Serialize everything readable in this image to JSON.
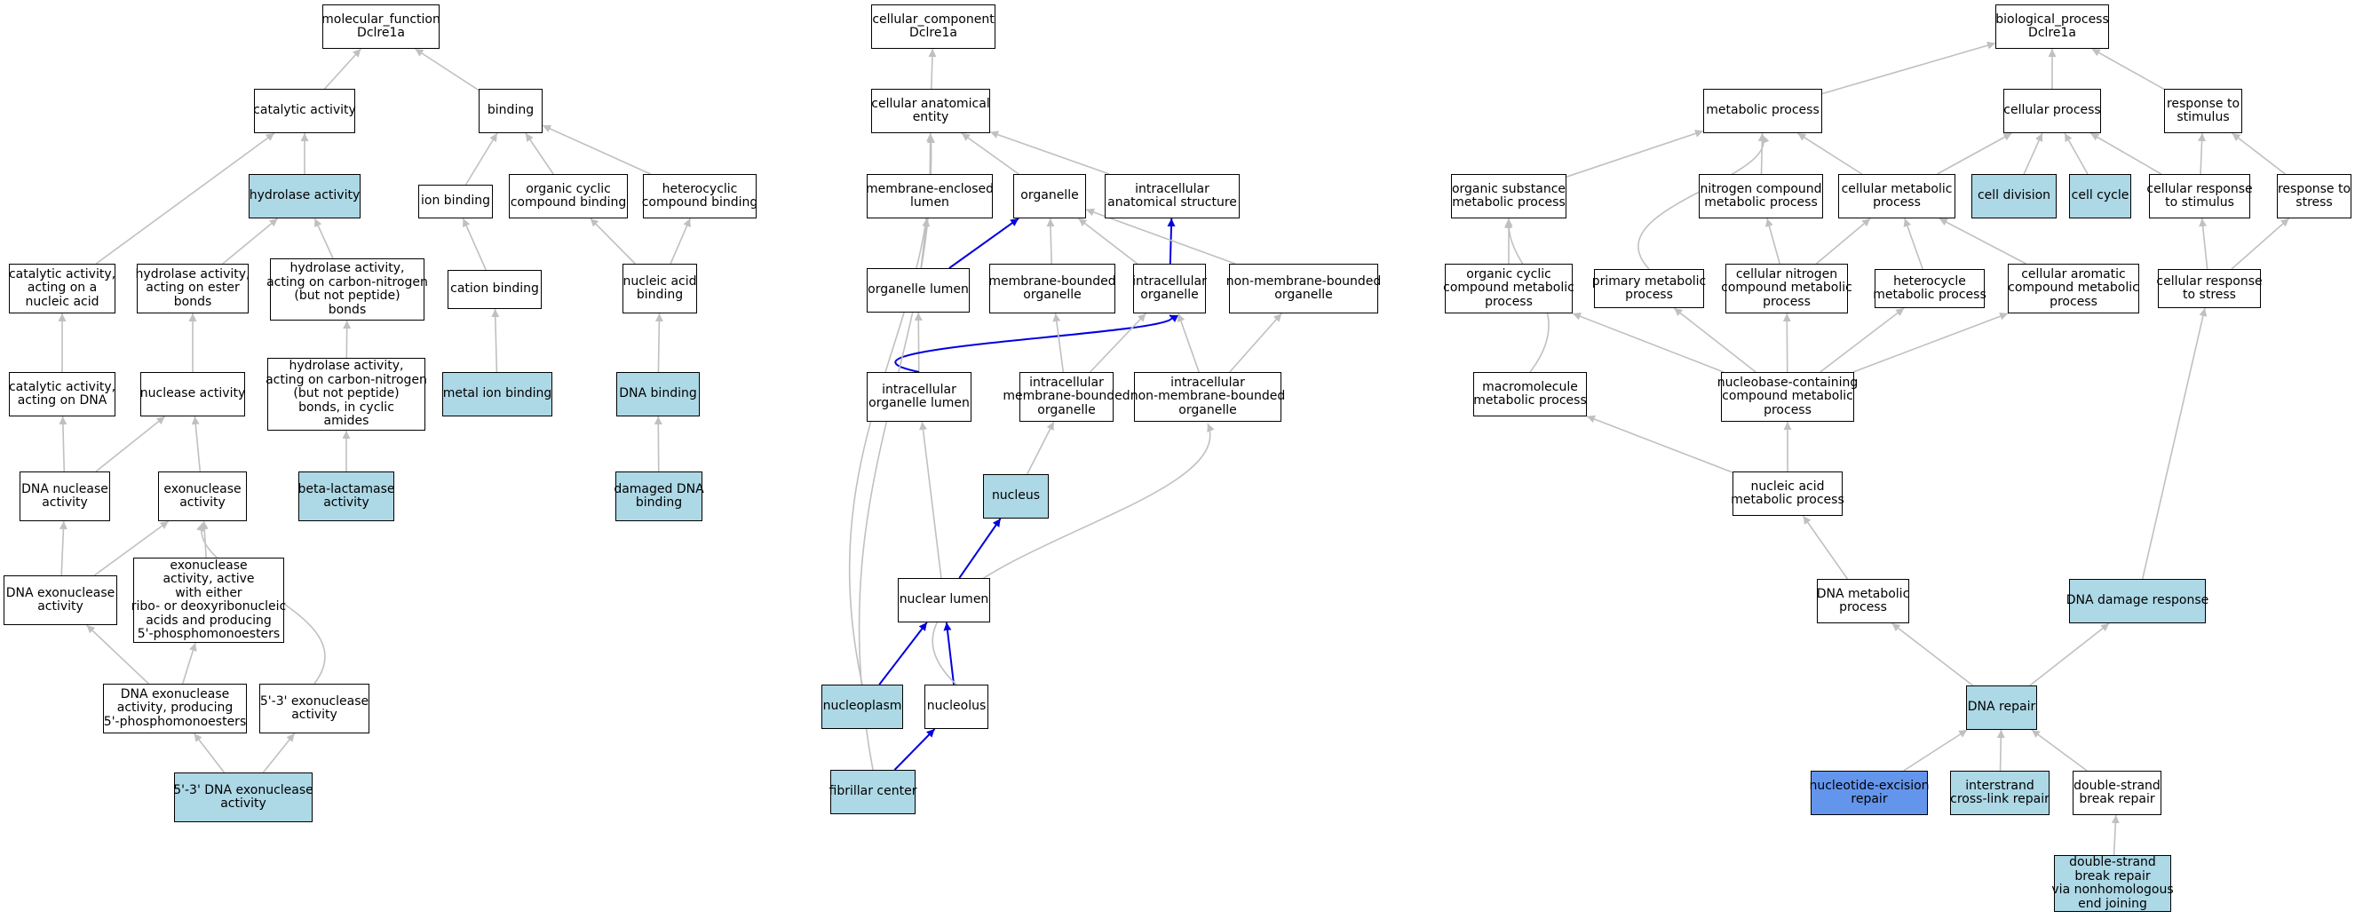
{
  "nodes": [
    {
      "id": "mf_root",
      "lines": [
        "molecular_function",
        "Dclre1a"
      ],
      "fill": "none"
    },
    {
      "id": "catalytic",
      "lines": [
        "catalytic activity"
      ],
      "fill": "none"
    },
    {
      "id": "binding",
      "lines": [
        "binding"
      ],
      "fill": "none"
    },
    {
      "id": "hydrolase",
      "lines": [
        "hydrolase activity"
      ],
      "fill": "light"
    },
    {
      "id": "ion_binding",
      "lines": [
        "ion binding"
      ],
      "fill": "none"
    },
    {
      "id": "org_cyc_bind",
      "lines": [
        "organic cyclic",
        "compound binding"
      ],
      "fill": "none"
    },
    {
      "id": "het_bind",
      "lines": [
        "heterocyclic",
        "compound binding"
      ],
      "fill": "none"
    },
    {
      "id": "cat_na",
      "lines": [
        "catalytic activity,",
        "acting on a",
        "nucleic acid"
      ],
      "fill": "none"
    },
    {
      "id": "hyd_ester",
      "lines": [
        "hydrolase activity,",
        "acting on ester",
        "bonds"
      ],
      "fill": "none"
    },
    {
      "id": "hyd_cn",
      "lines": [
        "hydrolase activity,",
        "acting on carbon-nitrogen",
        "(but not peptide)",
        "bonds"
      ],
      "fill": "none"
    },
    {
      "id": "cation_bind",
      "lines": [
        "cation binding"
      ],
      "fill": "none"
    },
    {
      "id": "na_bind",
      "lines": [
        "nucleic acid",
        "binding"
      ],
      "fill": "none"
    },
    {
      "id": "cat_dna",
      "lines": [
        "catalytic activity,",
        "acting on DNA"
      ],
      "fill": "none"
    },
    {
      "id": "nuclease",
      "lines": [
        "nuclease activity"
      ],
      "fill": "none"
    },
    {
      "id": "hyd_cn_cyc",
      "lines": [
        "hydrolase activity,",
        "acting on carbon-nitrogen",
        "(but not peptide)",
        "bonds, in cyclic",
        "amides"
      ],
      "fill": "none"
    },
    {
      "id": "metal_ion",
      "lines": [
        "metal ion binding"
      ],
      "fill": "light"
    },
    {
      "id": "dna_bind",
      "lines": [
        "DNA binding"
      ],
      "fill": "light"
    },
    {
      "id": "dna_nuclease",
      "lines": [
        "DNA nuclease",
        "activity"
      ],
      "fill": "none"
    },
    {
      "id": "exonuclease",
      "lines": [
        "exonuclease",
        "activity"
      ],
      "fill": "none"
    },
    {
      "id": "beta_lac",
      "lines": [
        "beta-lactamase",
        "activity"
      ],
      "fill": "light"
    },
    {
      "id": "damaged_dna",
      "lines": [
        "damaged DNA",
        "binding"
      ],
      "fill": "light"
    },
    {
      "id": "dna_exo",
      "lines": [
        "DNA exonuclease",
        "activity"
      ],
      "fill": "none"
    },
    {
      "id": "exo_ribo",
      "lines": [
        "exonuclease",
        "activity, active",
        "with either",
        "ribo- or deoxyribonucleic",
        "acids and producing",
        "5'-phosphomonoesters"
      ],
      "fill": "none"
    },
    {
      "id": "dna_exo_5p",
      "lines": [
        "DNA exonuclease",
        "activity, producing",
        "5'-phosphomonoesters"
      ],
      "fill": "none"
    },
    {
      "id": "exo_53",
      "lines": [
        "5'-3' exonuclease",
        "activity"
      ],
      "fill": "none"
    },
    {
      "id": "dna_exo_53",
      "lines": [
        "5'-3' DNA exonuclease",
        "activity"
      ],
      "fill": "light"
    },
    {
      "id": "cc_root",
      "lines": [
        "cellular_component",
        "Dclre1a"
      ],
      "fill": "none"
    },
    {
      "id": "cae",
      "lines": [
        "cellular anatomical",
        "entity"
      ],
      "fill": "none"
    },
    {
      "id": "mem_lumen",
      "lines": [
        "membrane-enclosed",
        "lumen"
      ],
      "fill": "none"
    },
    {
      "id": "organelle",
      "lines": [
        "organelle"
      ],
      "fill": "none"
    },
    {
      "id": "ic_anat",
      "lines": [
        "intracellular",
        "anatomical structure"
      ],
      "fill": "none"
    },
    {
      "id": "org_lumen",
      "lines": [
        "organelle lumen"
      ],
      "fill": "none"
    },
    {
      "id": "mb_org",
      "lines": [
        "membrane-bounded",
        "organelle"
      ],
      "fill": "none"
    },
    {
      "id": "ic_org",
      "lines": [
        "intracellular",
        "organelle"
      ],
      "fill": "none"
    },
    {
      "id": "nmb_org",
      "lines": [
        "non-membrane-bounded",
        "organelle"
      ],
      "fill": "none"
    },
    {
      "id": "ic_org_lumen",
      "lines": [
        "intracellular",
        "organelle lumen"
      ],
      "fill": "none"
    },
    {
      "id": "ic_mb_org",
      "lines": [
        "intracellular",
        "membrane-bounded",
        "organelle"
      ],
      "fill": "none"
    },
    {
      "id": "ic_nmb_org",
      "lines": [
        "intracellular",
        "non-membrane-bounded",
        "organelle"
      ],
      "fill": "none"
    },
    {
      "id": "nucleus",
      "lines": [
        "nucleus"
      ],
      "fill": "light"
    },
    {
      "id": "nuc_lumen",
      "lines": [
        "nuclear lumen"
      ],
      "fill": "none"
    },
    {
      "id": "nucleoplasm",
      "lines": [
        "nucleoplasm"
      ],
      "fill": "light"
    },
    {
      "id": "nucleolus",
      "lines": [
        "nucleolus"
      ],
      "fill": "none"
    },
    {
      "id": "fib_center",
      "lines": [
        "fibrillar center"
      ],
      "fill": "light"
    },
    {
      "id": "bp_root",
      "lines": [
        "biological_process",
        "Dclre1a"
      ],
      "fill": "none"
    },
    {
      "id": "metab",
      "lines": [
        "metabolic process"
      ],
      "fill": "none"
    },
    {
      "id": "cell_proc",
      "lines": [
        "cellular process"
      ],
      "fill": "none"
    },
    {
      "id": "resp_stim",
      "lines": [
        "response to",
        "stimulus"
      ],
      "fill": "none"
    },
    {
      "id": "org_sub",
      "lines": [
        "organic substance",
        "metabolic process"
      ],
      "fill": "none"
    },
    {
      "id": "nitro",
      "lines": [
        "nitrogen compound",
        "metabolic process"
      ],
      "fill": "none"
    },
    {
      "id": "cell_metab",
      "lines": [
        "cellular metabolic",
        "process"
      ],
      "fill": "none"
    },
    {
      "id": "cell_div",
      "lines": [
        "cell division"
      ],
      "fill": "light"
    },
    {
      "id": "cell_cycle",
      "lines": [
        "cell cycle"
      ],
      "fill": "light"
    },
    {
      "id": "cell_resp_stim",
      "lines": [
        "cellular response",
        "to stimulus"
      ],
      "fill": "none"
    },
    {
      "id": "resp_stress",
      "lines": [
        "response to",
        "stress"
      ],
      "fill": "none"
    },
    {
      "id": "org_cyc_met",
      "lines": [
        "organic cyclic",
        "compound metabolic",
        "process"
      ],
      "fill": "none"
    },
    {
      "id": "prim_met",
      "lines": [
        "primary metabolic",
        "process"
      ],
      "fill": "none"
    },
    {
      "id": "cell_nitro",
      "lines": [
        "cellular nitrogen",
        "compound metabolic",
        "process"
      ],
      "fill": "none"
    },
    {
      "id": "heterocycle",
      "lines": [
        "heterocycle",
        "metabolic process"
      ],
      "fill": "none"
    },
    {
      "id": "cell_arom",
      "lines": [
        "cellular aromatic",
        "compound metabolic",
        "process"
      ],
      "fill": "none"
    },
    {
      "id": "cell_resp_stress",
      "lines": [
        "cellular response",
        "to stress"
      ],
      "fill": "none"
    },
    {
      "id": "macro",
      "lines": [
        "macromolecule",
        "metabolic process"
      ],
      "fill": "none"
    },
    {
      "id": "nucbase",
      "lines": [
        "nucleobase-containing",
        "compound metabolic",
        "process"
      ],
      "fill": "none"
    },
    {
      "id": "na_met",
      "lines": [
        "nucleic acid",
        "metabolic process"
      ],
      "fill": "none"
    },
    {
      "id": "dna_met",
      "lines": [
        "DNA metabolic",
        "process"
      ],
      "fill": "none"
    },
    {
      "id": "dna_dmg",
      "lines": [
        "DNA damage response"
      ],
      "fill": "light"
    },
    {
      "id": "dna_repair",
      "lines": [
        "DNA repair"
      ],
      "fill": "light"
    },
    {
      "id": "ner",
      "lines": [
        "nucleotide-excision",
        "repair"
      ],
      "fill": "focus"
    },
    {
      "id": "icl",
      "lines": [
        "interstrand",
        "cross-link repair"
      ],
      "fill": "light"
    },
    {
      "id": "dsb",
      "lines": [
        "double-strand",
        "break repair"
      ],
      "fill": "none"
    },
    {
      "id": "nhej",
      "lines": [
        "double-strand",
        "break repair",
        "via nonhomologous",
        "end joining"
      ],
      "fill": "light"
    }
  ],
  "edges": [
    {
      "from": "catalytic",
      "to": "mf_root",
      "color": "gray"
    },
    {
      "from": "binding",
      "to": "mf_root",
      "color": "gray"
    },
    {
      "from": "hydrolase",
      "to": "catalytic",
      "color": "gray"
    },
    {
      "from": "cat_na",
      "to": "catalytic",
      "color": "gray"
    },
    {
      "from": "ion_binding",
      "to": "binding",
      "color": "gray"
    },
    {
      "from": "org_cyc_bind",
      "to": "binding",
      "color": "gray"
    },
    {
      "from": "het_bind",
      "to": "binding",
      "color": "gray"
    },
    {
      "from": "hyd_ester",
      "to": "hydrolase",
      "color": "gray"
    },
    {
      "from": "hyd_cn",
      "to": "hydrolase",
      "color": "gray"
    },
    {
      "from": "cation_bind",
      "to": "ion_binding",
      "color": "gray"
    },
    {
      "from": "na_bind",
      "to": "org_cyc_bind",
      "color": "gray"
    },
    {
      "from": "na_bind",
      "to": "het_bind",
      "color": "gray"
    },
    {
      "from": "cat_dna",
      "to": "cat_na",
      "color": "gray"
    },
    {
      "from": "nuclease",
      "to": "hyd_ester",
      "color": "gray"
    },
    {
      "from": "hyd_cn_cyc",
      "to": "hyd_cn",
      "color": "gray"
    },
    {
      "from": "metal_ion",
      "to": "cation_bind",
      "color": "gray"
    },
    {
      "from": "dna_bind",
      "to": "na_bind",
      "color": "gray"
    },
    {
      "from": "dna_nuclease",
      "to": "cat_dna",
      "color": "gray"
    },
    {
      "from": "dna_nuclease",
      "to": "nuclease",
      "color": "gray"
    },
    {
      "from": "exonuclease",
      "to": "nuclease",
      "color": "gray"
    },
    {
      "from": "beta_lac",
      "to": "hyd_cn_cyc",
      "color": "gray"
    },
    {
      "from": "damaged_dna",
      "to": "dna_bind",
      "color": "gray"
    },
    {
      "from": "dna_exo",
      "to": "dna_nuclease",
      "color": "gray"
    },
    {
      "from": "dna_exo",
      "to": "exonuclease",
      "color": "gray"
    },
    {
      "from": "exo_ribo",
      "to": "exonuclease",
      "color": "gray"
    },
    {
      "from": "dna_exo_5p",
      "to": "dna_exo",
      "color": "gray"
    },
    {
      "from": "dna_exo_5p",
      "to": "exo_ribo",
      "color": "gray"
    },
    {
      "from": "exo_53",
      "to": "exonuclease",
      "color": "gray",
      "curve": true
    },
    {
      "from": "dna_exo_53",
      "to": "dna_exo_5p",
      "color": "gray"
    },
    {
      "from": "dna_exo_53",
      "to": "exo_53",
      "color": "gray"
    },
    {
      "from": "cae",
      "to": "cc_root",
      "color": "gray"
    },
    {
      "from": "mem_lumen",
      "to": "cae",
      "color": "gray"
    },
    {
      "from": "organelle",
      "to": "cae",
      "color": "gray"
    },
    {
      "from": "ic_anat",
      "to": "cae",
      "color": "gray"
    },
    {
      "from": "org_lumen",
      "to": "mem_lumen",
      "color": "gray"
    },
    {
      "from": "org_lumen",
      "to": "organelle",
      "color": "blue"
    },
    {
      "from": "mb_org",
      "to": "organelle",
      "color": "gray"
    },
    {
      "from": "ic_org",
      "to": "organelle",
      "color": "gray"
    },
    {
      "from": "ic_org",
      "to": "ic_anat",
      "color": "blue"
    },
    {
      "from": "nmb_org",
      "to": "organelle",
      "color": "gray"
    },
    {
      "from": "ic_org_lumen",
      "to": "org_lumen",
      "color": "gray"
    },
    {
      "from": "ic_org_lumen",
      "to": "ic_org",
      "color": "blue",
      "curve": true
    },
    {
      "from": "ic_mb_org",
      "to": "mb_org",
      "color": "gray"
    },
    {
      "from": "ic_mb_org",
      "to": "ic_org",
      "color": "gray"
    },
    {
      "from": "ic_nmb_org",
      "to": "ic_org",
      "color": "gray"
    },
    {
      "from": "ic_nmb_org",
      "to": "nmb_org",
      "color": "gray"
    },
    {
      "from": "nucleus",
      "to": "ic_mb_org",
      "color": "gray"
    },
    {
      "from": "nuc_lumen",
      "to": "ic_org_lumen",
      "color": "gray"
    },
    {
      "from": "nuc_lumen",
      "to": "nucleus",
      "color": "blue"
    },
    {
      "from": "nucleoplasm",
      "to": "nuc_lumen",
      "color": "blue"
    },
    {
      "from": "nucleoplasm",
      "to": "cae",
      "color": "gray",
      "curve": true
    },
    {
      "from": "nucleolus",
      "to": "nuc_lumen",
      "color": "blue"
    },
    {
      "from": "nucleolus",
      "to": "ic_nmb_org",
      "color": "gray",
      "curve": true
    },
    {
      "from": "fib_center",
      "to": "nucleolus",
      "color": "blue"
    },
    {
      "from": "fib_center",
      "to": "cae",
      "color": "gray",
      "curve": true
    },
    {
      "from": "metab",
      "to": "bp_root",
      "color": "gray"
    },
    {
      "from": "cell_proc",
      "to": "bp_root",
      "color": "gray"
    },
    {
      "from": "resp_stim",
      "to": "bp_root",
      "color": "gray"
    },
    {
      "from": "org_sub",
      "to": "metab",
      "color": "gray"
    },
    {
      "from": "nitro",
      "to": "metab",
      "color": "gray"
    },
    {
      "from": "prim_met",
      "to": "metab",
      "color": "gray",
      "curve": true
    },
    {
      "from": "cell_metab",
      "to": "metab",
      "color": "gray"
    },
    {
      "from": "cell_metab",
      "to": "cell_proc",
      "color": "gray"
    },
    {
      "from": "cell_div",
      "to": "cell_proc",
      "color": "gray"
    },
    {
      "from": "cell_cycle",
      "to": "cell_proc",
      "color": "gray"
    },
    {
      "from": "cell_resp_stim",
      "to": "cell_proc",
      "color": "gray"
    },
    {
      "from": "cell_resp_stim",
      "to": "resp_stim",
      "color": "gray"
    },
    {
      "from": "resp_stress",
      "to": "resp_stim",
      "color": "gray"
    },
    {
      "from": "org_cyc_met",
      "to": "org_sub",
      "color": "gray"
    },
    {
      "from": "macro",
      "to": "org_sub",
      "color": "gray",
      "curve": true
    },
    {
      "from": "cell_nitro",
      "to": "nitro",
      "color": "gray"
    },
    {
      "from": "cell_nitro",
      "to": "cell_metab",
      "color": "gray"
    },
    {
      "from": "heterocycle",
      "to": "cell_metab",
      "color": "gray"
    },
    {
      "from": "cell_arom",
      "to": "cell_metab",
      "color": "gray"
    },
    {
      "from": "cell_resp_stress",
      "to": "cell_resp_stim",
      "color": "gray"
    },
    {
      "from": "cell_resp_stress",
      "to": "resp_stress",
      "color": "gray"
    },
    {
      "from": "nucbase",
      "to": "org_cyc_met",
      "color": "gray"
    },
    {
      "from": "nucbase",
      "to": "prim_met",
      "color": "gray"
    },
    {
      "from": "nucbase",
      "to": "cell_nitro",
      "color": "gray"
    },
    {
      "from": "nucbase",
      "to": "heterocycle",
      "color": "gray"
    },
    {
      "from": "nucbase",
      "to": "cell_arom",
      "color": "gray"
    },
    {
      "from": "na_met",
      "to": "macro",
      "color": "gray"
    },
    {
      "from": "na_met",
      "to": "nucbase",
      "color": "gray"
    },
    {
      "from": "dna_met",
      "to": "na_met",
      "color": "gray"
    },
    {
      "from": "dna_dmg",
      "to": "cell_resp_stress",
      "color": "gray"
    },
    {
      "from": "dna_repair",
      "to": "dna_met",
      "color": "gray"
    },
    {
      "from": "dna_repair",
      "to": "dna_dmg",
      "color": "gray"
    },
    {
      "from": "ner",
      "to": "dna_repair",
      "color": "gray"
    },
    {
      "from": "icl",
      "to": "dna_repair",
      "color": "gray"
    },
    {
      "from": "dsb",
      "to": "dna_repair",
      "color": "gray"
    },
    {
      "from": "nhej",
      "to": "dsb",
      "color": "gray"
    }
  ],
  "colors": {
    "highlight_fill": "#add8e6",
    "focus_fill": "#6495ed",
    "edge_gray": "#c0c0c0",
    "edge_blue": "#0000e0",
    "border": "#000000"
  }
}
